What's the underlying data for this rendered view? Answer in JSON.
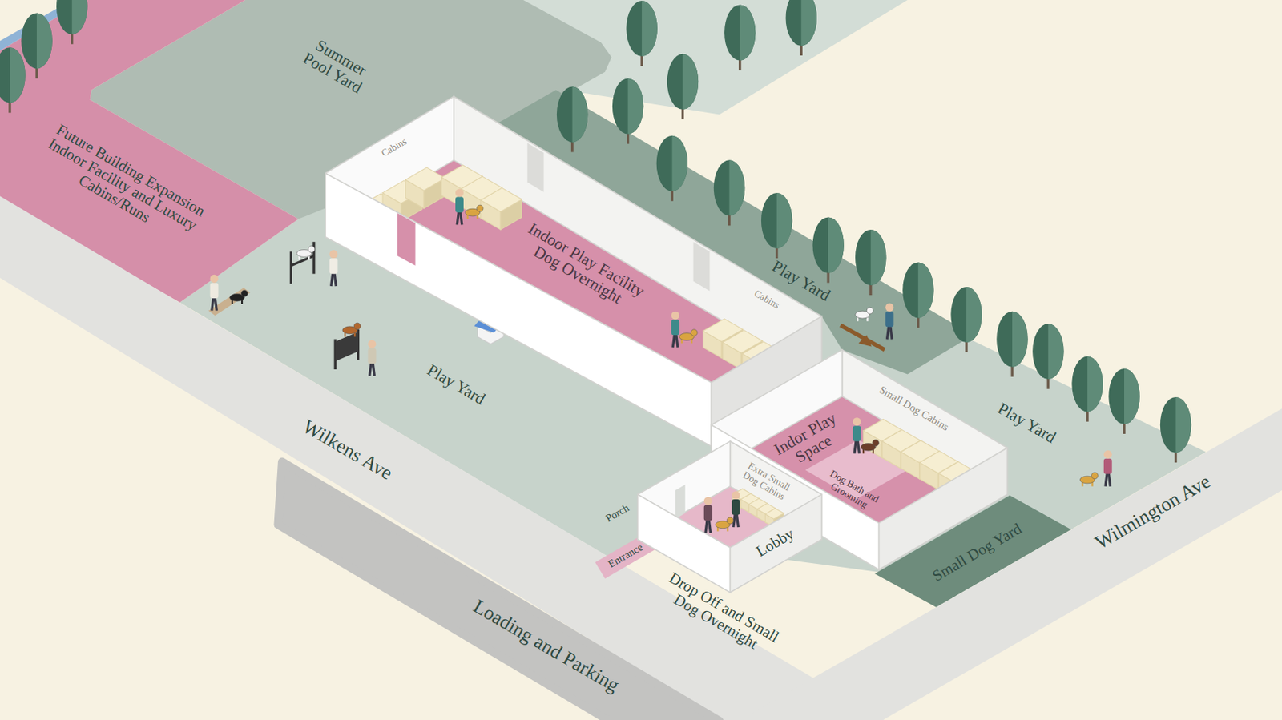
{
  "diagram": {
    "nodes": [
      {
        "text": [
          "Summer Pool Yard"
        ]
      },
      {
        "text": [
          "Future Building Expansion Indoor Facility and Luxury Cabins/Runs"
        ]
      },
      {
        "text": [
          "Indoor Play Facility Dog Overnight"
        ]
      },
      {
        "text": [
          "Cabins"
        ],
        "in": 2
      },
      {
        "text": [
          "Cabins"
        ],
        "in": 2
      },
      {
        "text": [
          "Play Yard"
        ]
      },
      {
        "text": [
          "Play Yard"
        ]
      },
      {
        "text": [
          "Play Yard"
        ]
      },
      {
        "text": [
          "Indor Play Space"
        ]
      },
      {
        "text": [
          "Small Dog Cabins"
        ],
        "in": 8
      },
      {
        "text": [
          "Dog Bath and Grooming"
        ],
        "in": 8
      },
      {
        "text": [
          "Lobby"
        ]
      },
      {
        "text": [
          "Extra Small Dog Cabins"
        ],
        "in": 11
      },
      {
        "text": [
          "Porch"
        ]
      },
      {
        "text": [
          "Entrance"
        ]
      },
      {
        "text": [
          "Drop Off and Small Dog Overnight"
        ]
      },
      {
        "text": [
          "Small Dog Yard"
        ]
      },
      {
        "text": [
          "Wilkens Ave"
        ]
      },
      {
        "text": [
          "Wilmington Ave"
        ]
      },
      {
        "text": [
          "Loading and Parking"
        ]
      }
    ]
  }
}
